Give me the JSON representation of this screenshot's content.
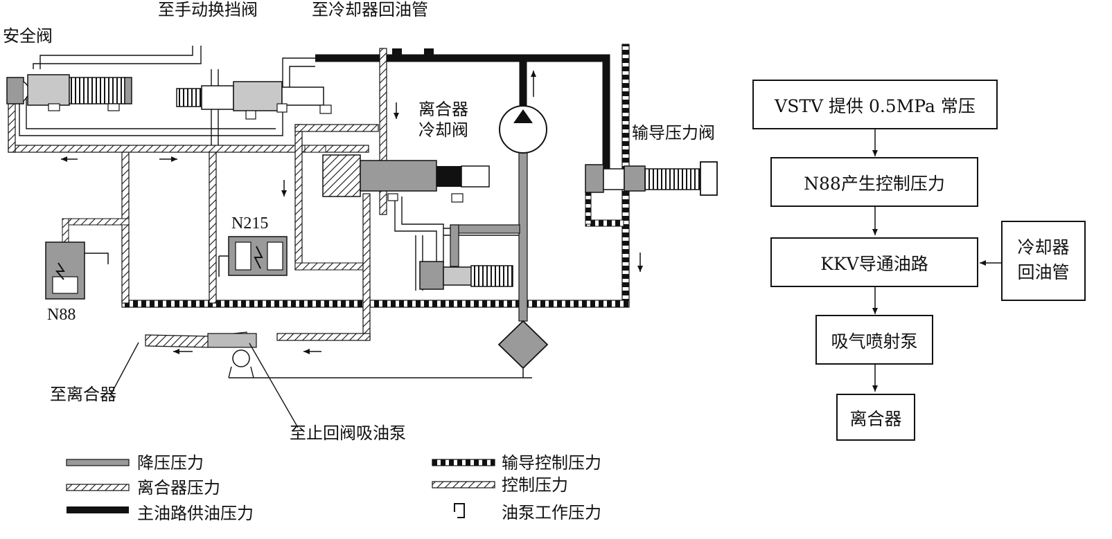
{
  "labels": {
    "safety_valve": "安全阀",
    "to_manual_valve": "至手动换挡阀",
    "to_cooler_return": "至冷却器回油管",
    "clutch_cooling_valve_l1": "离合器",
    "clutch_cooling_valve_l2": "冷却阀",
    "pilot_pressure_valve": "输导压力阀",
    "n215": "N215",
    "n88": "N88",
    "to_clutch": "至离合器",
    "to_check_valve_pump": "至止回阀吸油泵"
  },
  "legend": [
    {
      "text": "降压压力",
      "style": "gray"
    },
    {
      "text": "离合器压力",
      "style": "hatch"
    },
    {
      "text": "主油路供油压力",
      "style": "black"
    },
    {
      "text": "输导控制压力",
      "style": "dashed"
    },
    {
      "text": "控制压力",
      "style": "hatch-dense"
    },
    {
      "text": "油泵工作压力",
      "style": "symbol"
    }
  ],
  "flowchart": {
    "steps": [
      "VSTV 提供 0.5MPa 常压",
      "N88产生控制压力",
      "KKV导通油路",
      "吸气喷射泵",
      "离合器"
    ],
    "side_input_l1": "冷却器",
    "side_input_l2": "回油管"
  },
  "colors": {
    "line": "#111111",
    "gray_fill": "#9a9a9a",
    "light_gray": "#c8c8c8",
    "background": "#ffffff"
  }
}
